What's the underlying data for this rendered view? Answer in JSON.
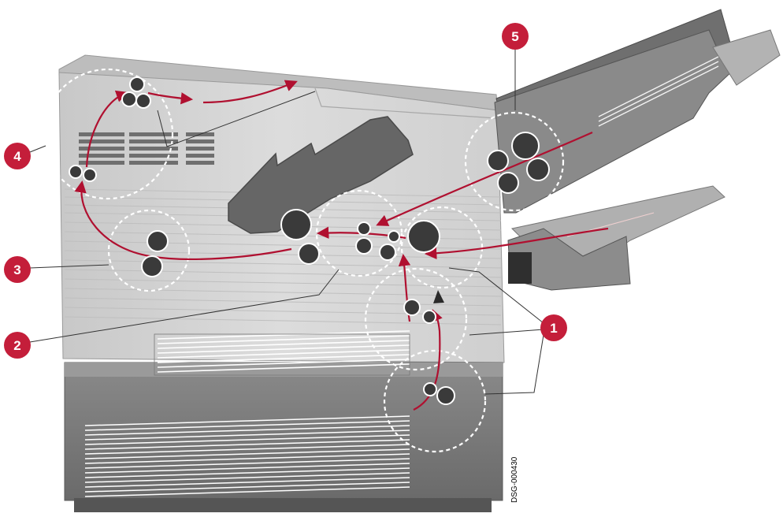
{
  "callouts": [
    {
      "label": "1"
    },
    {
      "label": "2"
    },
    {
      "label": "3"
    },
    {
      "label": "4"
    },
    {
      "label": "5"
    }
  ],
  "figure_code": "DSG-000430",
  "colors": {
    "callout_fill": "#c41e3a",
    "paper_path": "#b01030",
    "printer_body": "#d6d6d6",
    "printer_dark": "#7c7c7c",
    "roller": "#3a3a3a"
  }
}
